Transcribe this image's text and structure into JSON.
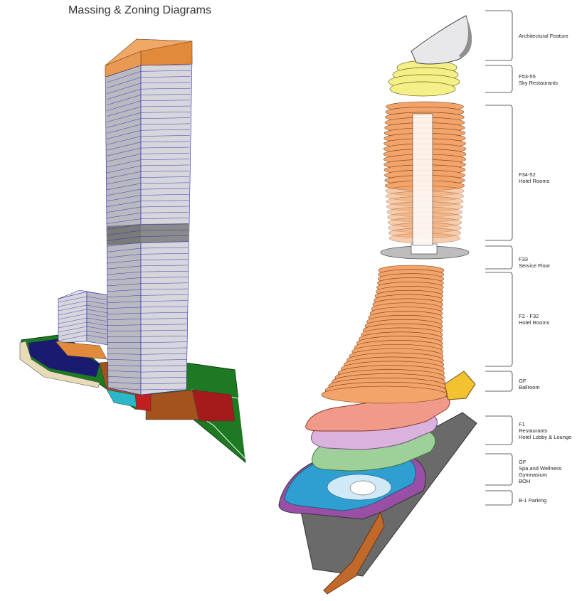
{
  "title": "Massing & Zoning Diagrams",
  "zones": [
    {
      "label": "Architectural Feature"
    },
    {
      "label": "F53-55\nSky Restaurants"
    },
    {
      "label": "F34-52\nHotel Rooms"
    },
    {
      "label": "F33\nService Floor"
    },
    {
      "label": "F2 - F32\nHotel Rooms"
    },
    {
      "label": "GF\nBallroom"
    },
    {
      "label": "F1\nRestaurants\nHotel Lobby & Lounge"
    },
    {
      "label": "GF\nSpa and Wellness\nGymnasium\nBOH"
    },
    {
      "label": "B-1 Parking"
    }
  ],
  "colors": {
    "tower_face": "#d6d6dc",
    "tower_side": "#b9b9c2",
    "tower_crown": "#e28a3c",
    "service_band": "#8a8a8a",
    "floor_line": "#2b2bb0",
    "site_green": "#1e7a22",
    "site_navy": "#1a1a6e",
    "podium_brown": "#a4531e",
    "podium_red": "#a51b1b",
    "podium_teal": "#2ab7c7",
    "hotel_orange": "#f2a46a",
    "sky_yellow": "#f4ef86",
    "ballroom_pink": "#f29a8a",
    "lobby_lilac": "#d9b2de",
    "spa_green": "#9fd09a",
    "pool_blue": "#2f9ed1",
    "parking_purple": "#9a4fa6",
    "parking_grey": "#6a6a6a"
  }
}
